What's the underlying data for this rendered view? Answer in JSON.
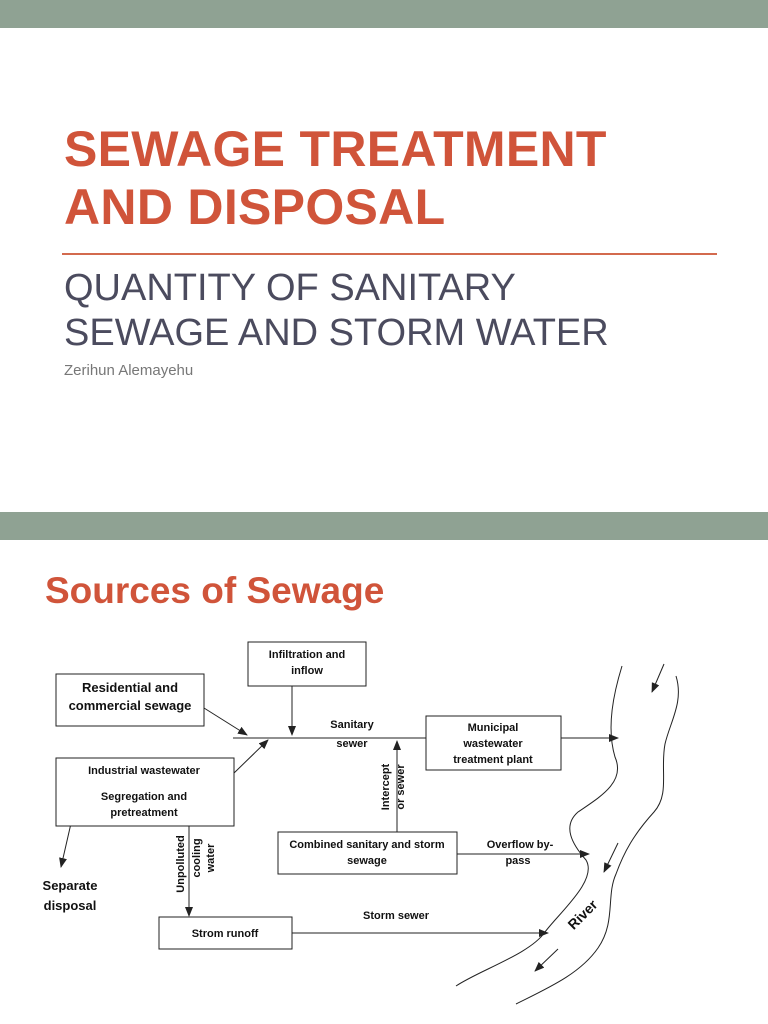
{
  "colors": {
    "band": "#8fa293",
    "title": "#d0543a",
    "subtitle": "#4b4b5e",
    "author": "#777777",
    "rule": "#d36a4e"
  },
  "slide1": {
    "title_line1": "SEWAGE TREATMENT",
    "title_line2": "AND DISPOSAL",
    "subtitle_line1": "QUANTITY OF SANITARY",
    "subtitle_line2": "SEWAGE AND STORM WATER",
    "author": "Zerihun Alemayehu"
  },
  "slide2": {
    "title": "Sources of Sewage",
    "diagram": {
      "infiltration": [
        "Infiltration and",
        "inflow"
      ],
      "residential": [
        "Residential and",
        "commercial sewage"
      ],
      "sanitary_sewer": [
        "Sanitary",
        "sewer"
      ],
      "municipal": [
        "Municipal",
        "wastewater",
        "treatment plant"
      ],
      "industrial": "Industrial wastewater",
      "segregation": [
        "Segregation and",
        "pretreatment"
      ],
      "interceptor": [
        "Intercept",
        "or sewer"
      ],
      "combined": [
        "Combined sanitary and storm",
        "sewage"
      ],
      "overflow": [
        "Overflow by-",
        "pass"
      ],
      "unpolluted": [
        "Unpolluted",
        "cooling",
        "water"
      ],
      "separate": [
        "Separate",
        "disposal"
      ],
      "strom_runoff": "Strom runoff",
      "storm_sewer": "Storm sewer",
      "river": "River"
    }
  }
}
